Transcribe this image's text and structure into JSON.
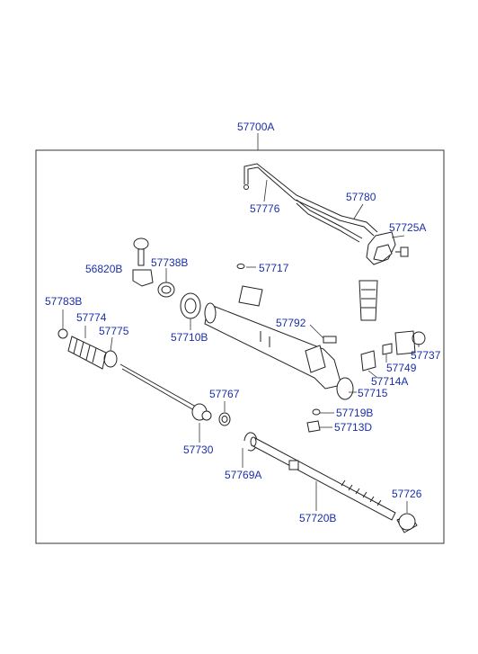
{
  "assembly_label": "57700A",
  "parts": [
    {
      "id": "hose",
      "label": "57776"
    },
    {
      "id": "hose-r",
      "label": "57780"
    },
    {
      "id": "valve",
      "label": "57725A"
    },
    {
      "id": "tie-end",
      "label": "56820B"
    },
    {
      "id": "bush",
      "label": "57738B"
    },
    {
      "id": "oring",
      "label": "57717"
    },
    {
      "id": "boot-clip",
      "label": "57783B"
    },
    {
      "id": "boot",
      "label": "57774"
    },
    {
      "id": "band",
      "label": "57775"
    },
    {
      "id": "mount",
      "label": "57710B"
    },
    {
      "id": "seal",
      "label": "57792"
    },
    {
      "id": "gear-seal",
      "label": "57737"
    },
    {
      "id": "gear-pin",
      "label": "57749"
    },
    {
      "id": "yoke",
      "label": "57714A"
    },
    {
      "id": "housing",
      "label": "57715"
    },
    {
      "id": "inner-ball",
      "label": "57767"
    },
    {
      "id": "tie-rod",
      "label": "57730"
    },
    {
      "id": "ring-b",
      "label": "57719B"
    },
    {
      "id": "nut-d",
      "label": "57713D"
    },
    {
      "id": "snap",
      "label": "57769A"
    },
    {
      "id": "rack",
      "label": "57720B"
    },
    {
      "id": "end-bush",
      "label": "57726"
    }
  ],
  "colors": {
    "label": "#1a2fa8",
    "line": "#222222"
  }
}
